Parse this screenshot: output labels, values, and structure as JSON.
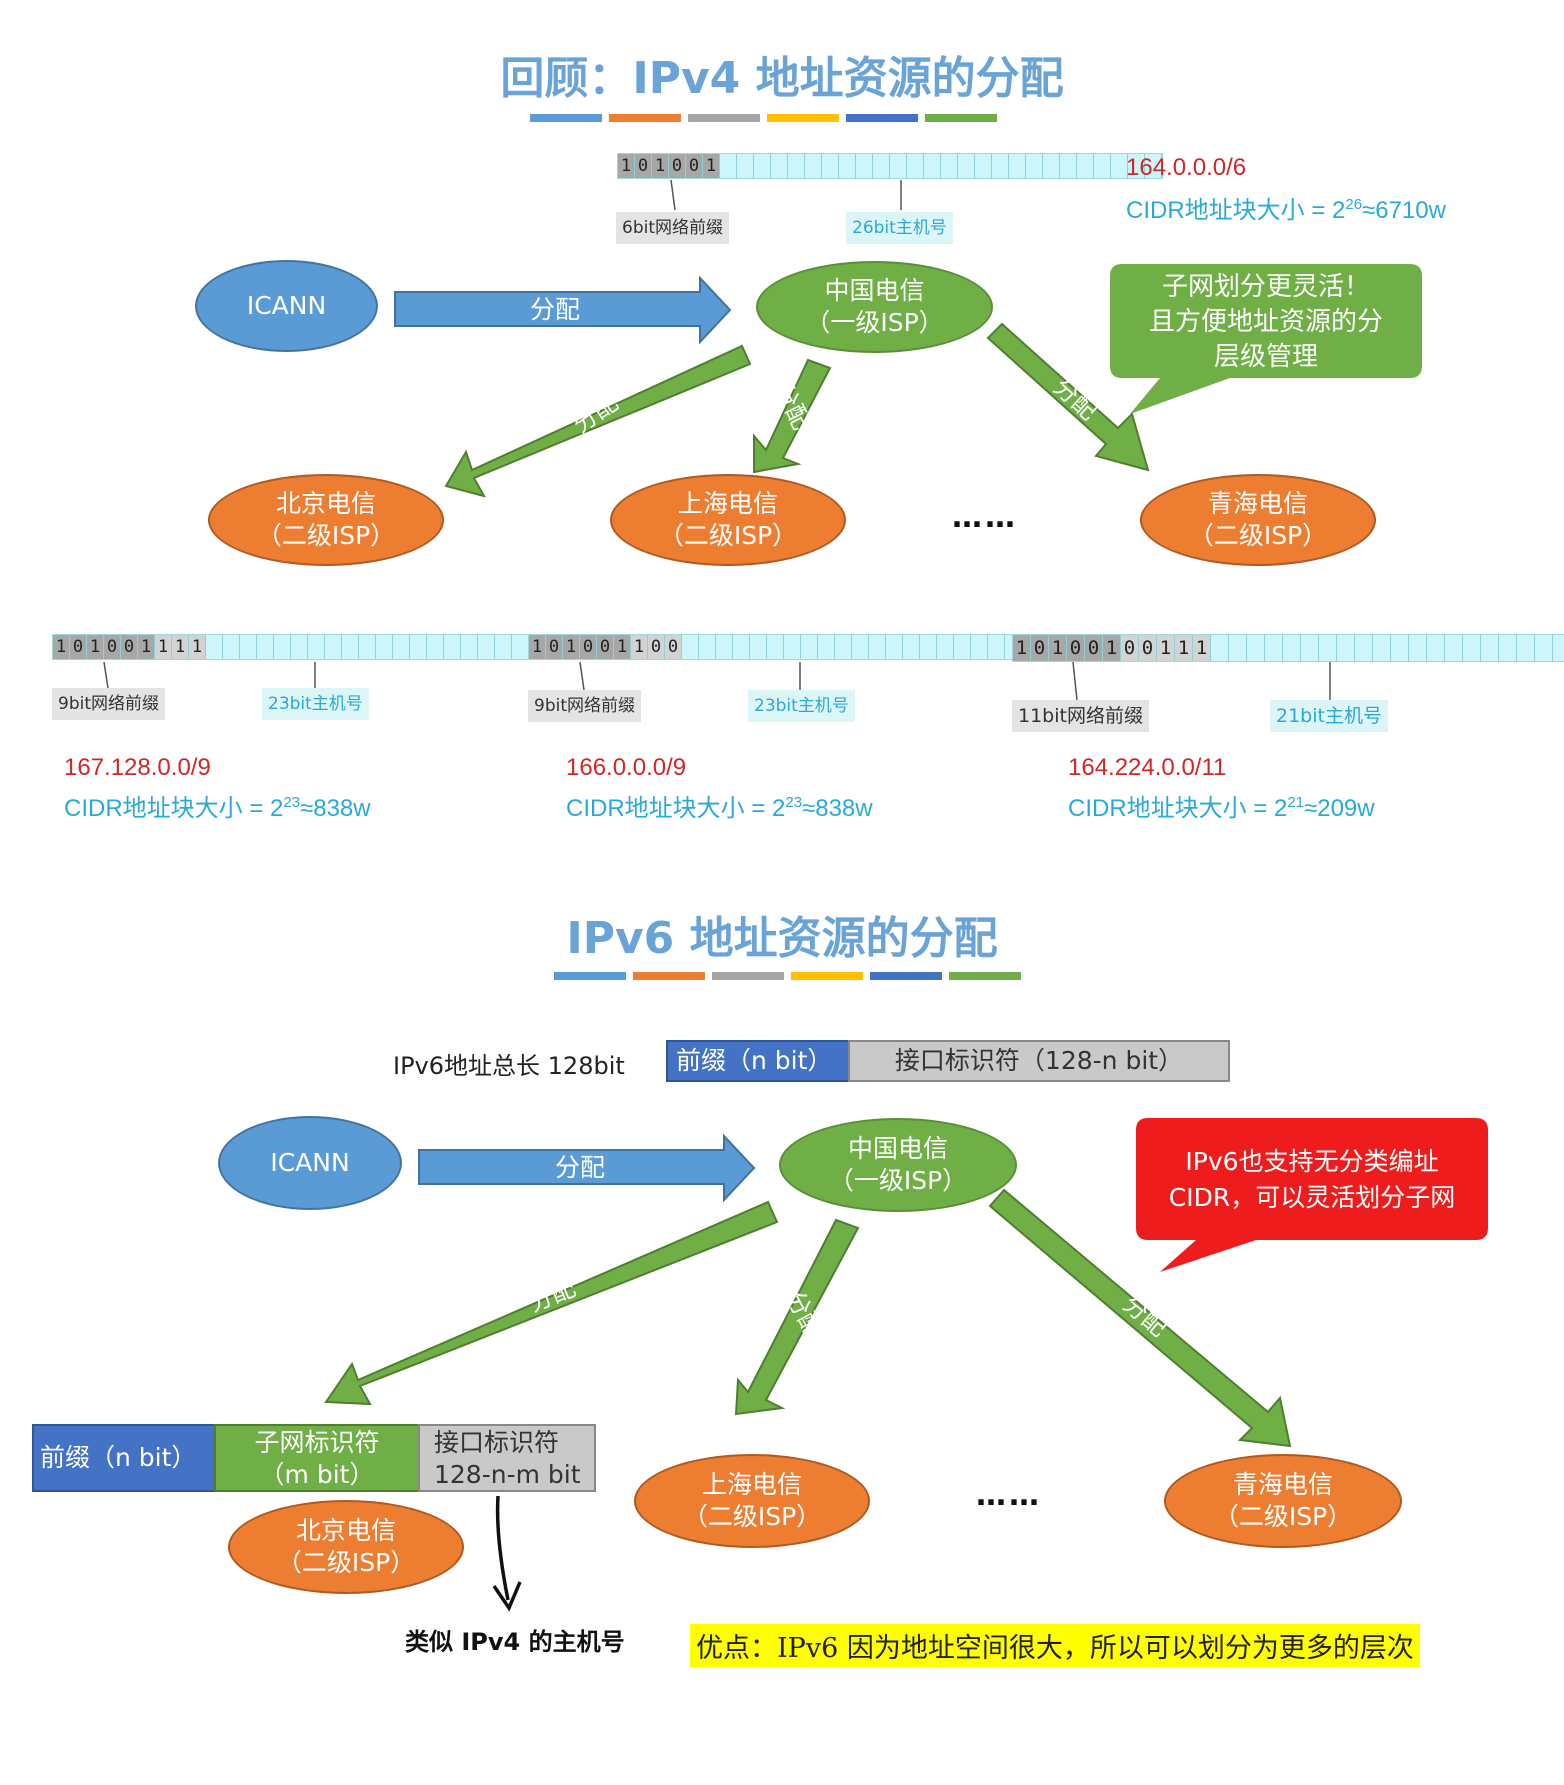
{
  "ipv4": {
    "title": "回顾：IPv4 地址资源的分配",
    "stripe_colors": [
      "#5b9bd5",
      "#ed7d31",
      "#a5a5a5",
      "#ffc000",
      "#4472c4",
      "#70ad47"
    ],
    "top_block": {
      "bits": "101001",
      "prefix_label": "6bit网络前缀",
      "host_label": "26bit主机号",
      "cidr": "164.0.0.0/6",
      "size_text_a": "CIDR地址块大小 = 2",
      "size_exp": "26",
      "size_text_b": "≈6710w"
    },
    "icann": "ICANN",
    "assign": "分配",
    "tier1_line1": "中国电信",
    "tier1_line2": "（一级ISP）",
    "callout": {
      "line1": "子网划分更灵活！",
      "line2": "且方便地址资源的分",
      "line3": "层级管理"
    },
    "nodes": [
      {
        "line1": "北京电信",
        "line2": "（二级ISP）"
      },
      {
        "line1": "上海电信",
        "line2": "（二级ISP）"
      },
      {
        "line1": "青海电信",
        "line2": "（二级ISP）"
      }
    ],
    "ellipsis": "……",
    "sub_blocks": [
      {
        "bits_prefix": "101001",
        "bits_sub": "111",
        "prefix_label": "9bit网络前缀",
        "host_label": "23bit主机号",
        "cidr": "167.128.0.0/9",
        "size_text_a": "CIDR地址块大小 = 2",
        "size_exp": "23",
        "size_text_b": "≈838w"
      },
      {
        "bits_prefix": "101001",
        "bits_sub": "100",
        "prefix_label": "9bit网络前缀",
        "host_label": "23bit主机号",
        "cidr": "166.0.0.0/9",
        "size_text_a": "CIDR地址块大小 = 2",
        "size_exp": "23",
        "size_text_b": "≈838w"
      },
      {
        "bits_prefix": "101001",
        "bits_sub": "00111",
        "prefix_label": "11bit网络前缀",
        "host_label": "21bit主机号",
        "cidr": "164.224.0.0/11",
        "size_text_a": "CIDR地址块大小 = 2",
        "size_exp": "21",
        "size_text_b": "≈209w"
      }
    ]
  },
  "ipv6": {
    "title": "IPv6 地址资源的分配",
    "total_label": "IPv6地址总长 128bit",
    "prefix_seg": "前缀（n bit）",
    "iface_seg": "接口标识符（128-n bit）",
    "icann": "ICANN",
    "assign": "分配",
    "tier1_line1": "中国电信",
    "tier1_line2": "（一级ISP）",
    "callout": {
      "line1": "IPv6也支持无分类编址",
      "line2": "CIDR，可以灵活划分子网"
    },
    "sub_address": {
      "prefix": "前缀（n bit）",
      "subnet_line1": "子网标识符",
      "subnet_line2": "（m bit）",
      "iface_line1": "接口标识符",
      "iface_line2": "128-n-m bit"
    },
    "nodes": [
      {
        "line1": "北京电信",
        "line2": "（二级ISP）"
      },
      {
        "line1": "上海电信",
        "line2": "（二级ISP）"
      },
      {
        "line1": "青海电信",
        "line2": "（二级ISP）"
      }
    ],
    "ellipsis": "……",
    "host_note": "类似 IPv4 的主机号",
    "advantage": "优点：IPv6 因为地址空间很大，所以可以划分为更多的层次"
  }
}
